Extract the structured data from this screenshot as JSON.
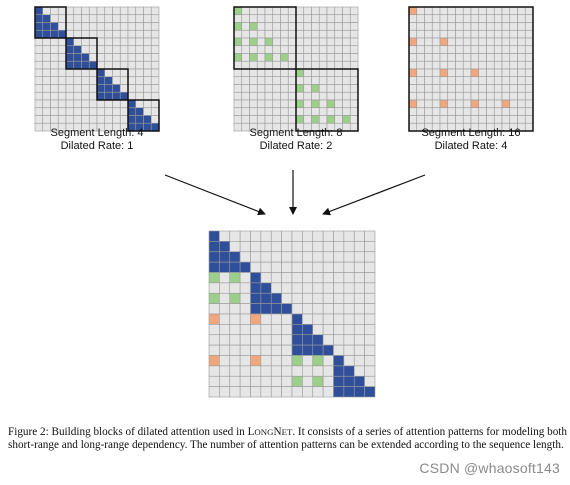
{
  "panels": [
    {
      "segment_label": "Segment Length: 4",
      "dilated_label": "Dilated Rate: 1",
      "segment_length": 4,
      "dilated_rate": 1,
      "color": "#2f4f9a"
    },
    {
      "segment_label": "Segment Length: 8",
      "dilated_label": "Dilated Rate: 2",
      "segment_length": 8,
      "dilated_rate": 2,
      "color": "#9ccf8a"
    },
    {
      "segment_label": "Segment Length: 16",
      "dilated_label": "Dilated Rate: 4",
      "segment_length": 16,
      "dilated_rate": 4,
      "color": "#f0a77e"
    }
  ],
  "grid_size": 16,
  "colors": {
    "empty_cell": "#e6e6e6",
    "cell_border": "#9a9a9a",
    "segment_box": "#111111",
    "arrow": "#111111"
  },
  "caption": {
    "prefix": "Figure 2: Building blocks of dilated attention used in ",
    "name_cap1": "L",
    "name_small1": "ONG",
    "name_cap2": "N",
    "name_small2": "ET",
    "suffix": ". It consists of a series of attention patterns for modeling both short-range and long-range dependency. The number of attention patterns can be extended according to the sequence length."
  },
  "watermark": "CSDN @whaosoft143"
}
